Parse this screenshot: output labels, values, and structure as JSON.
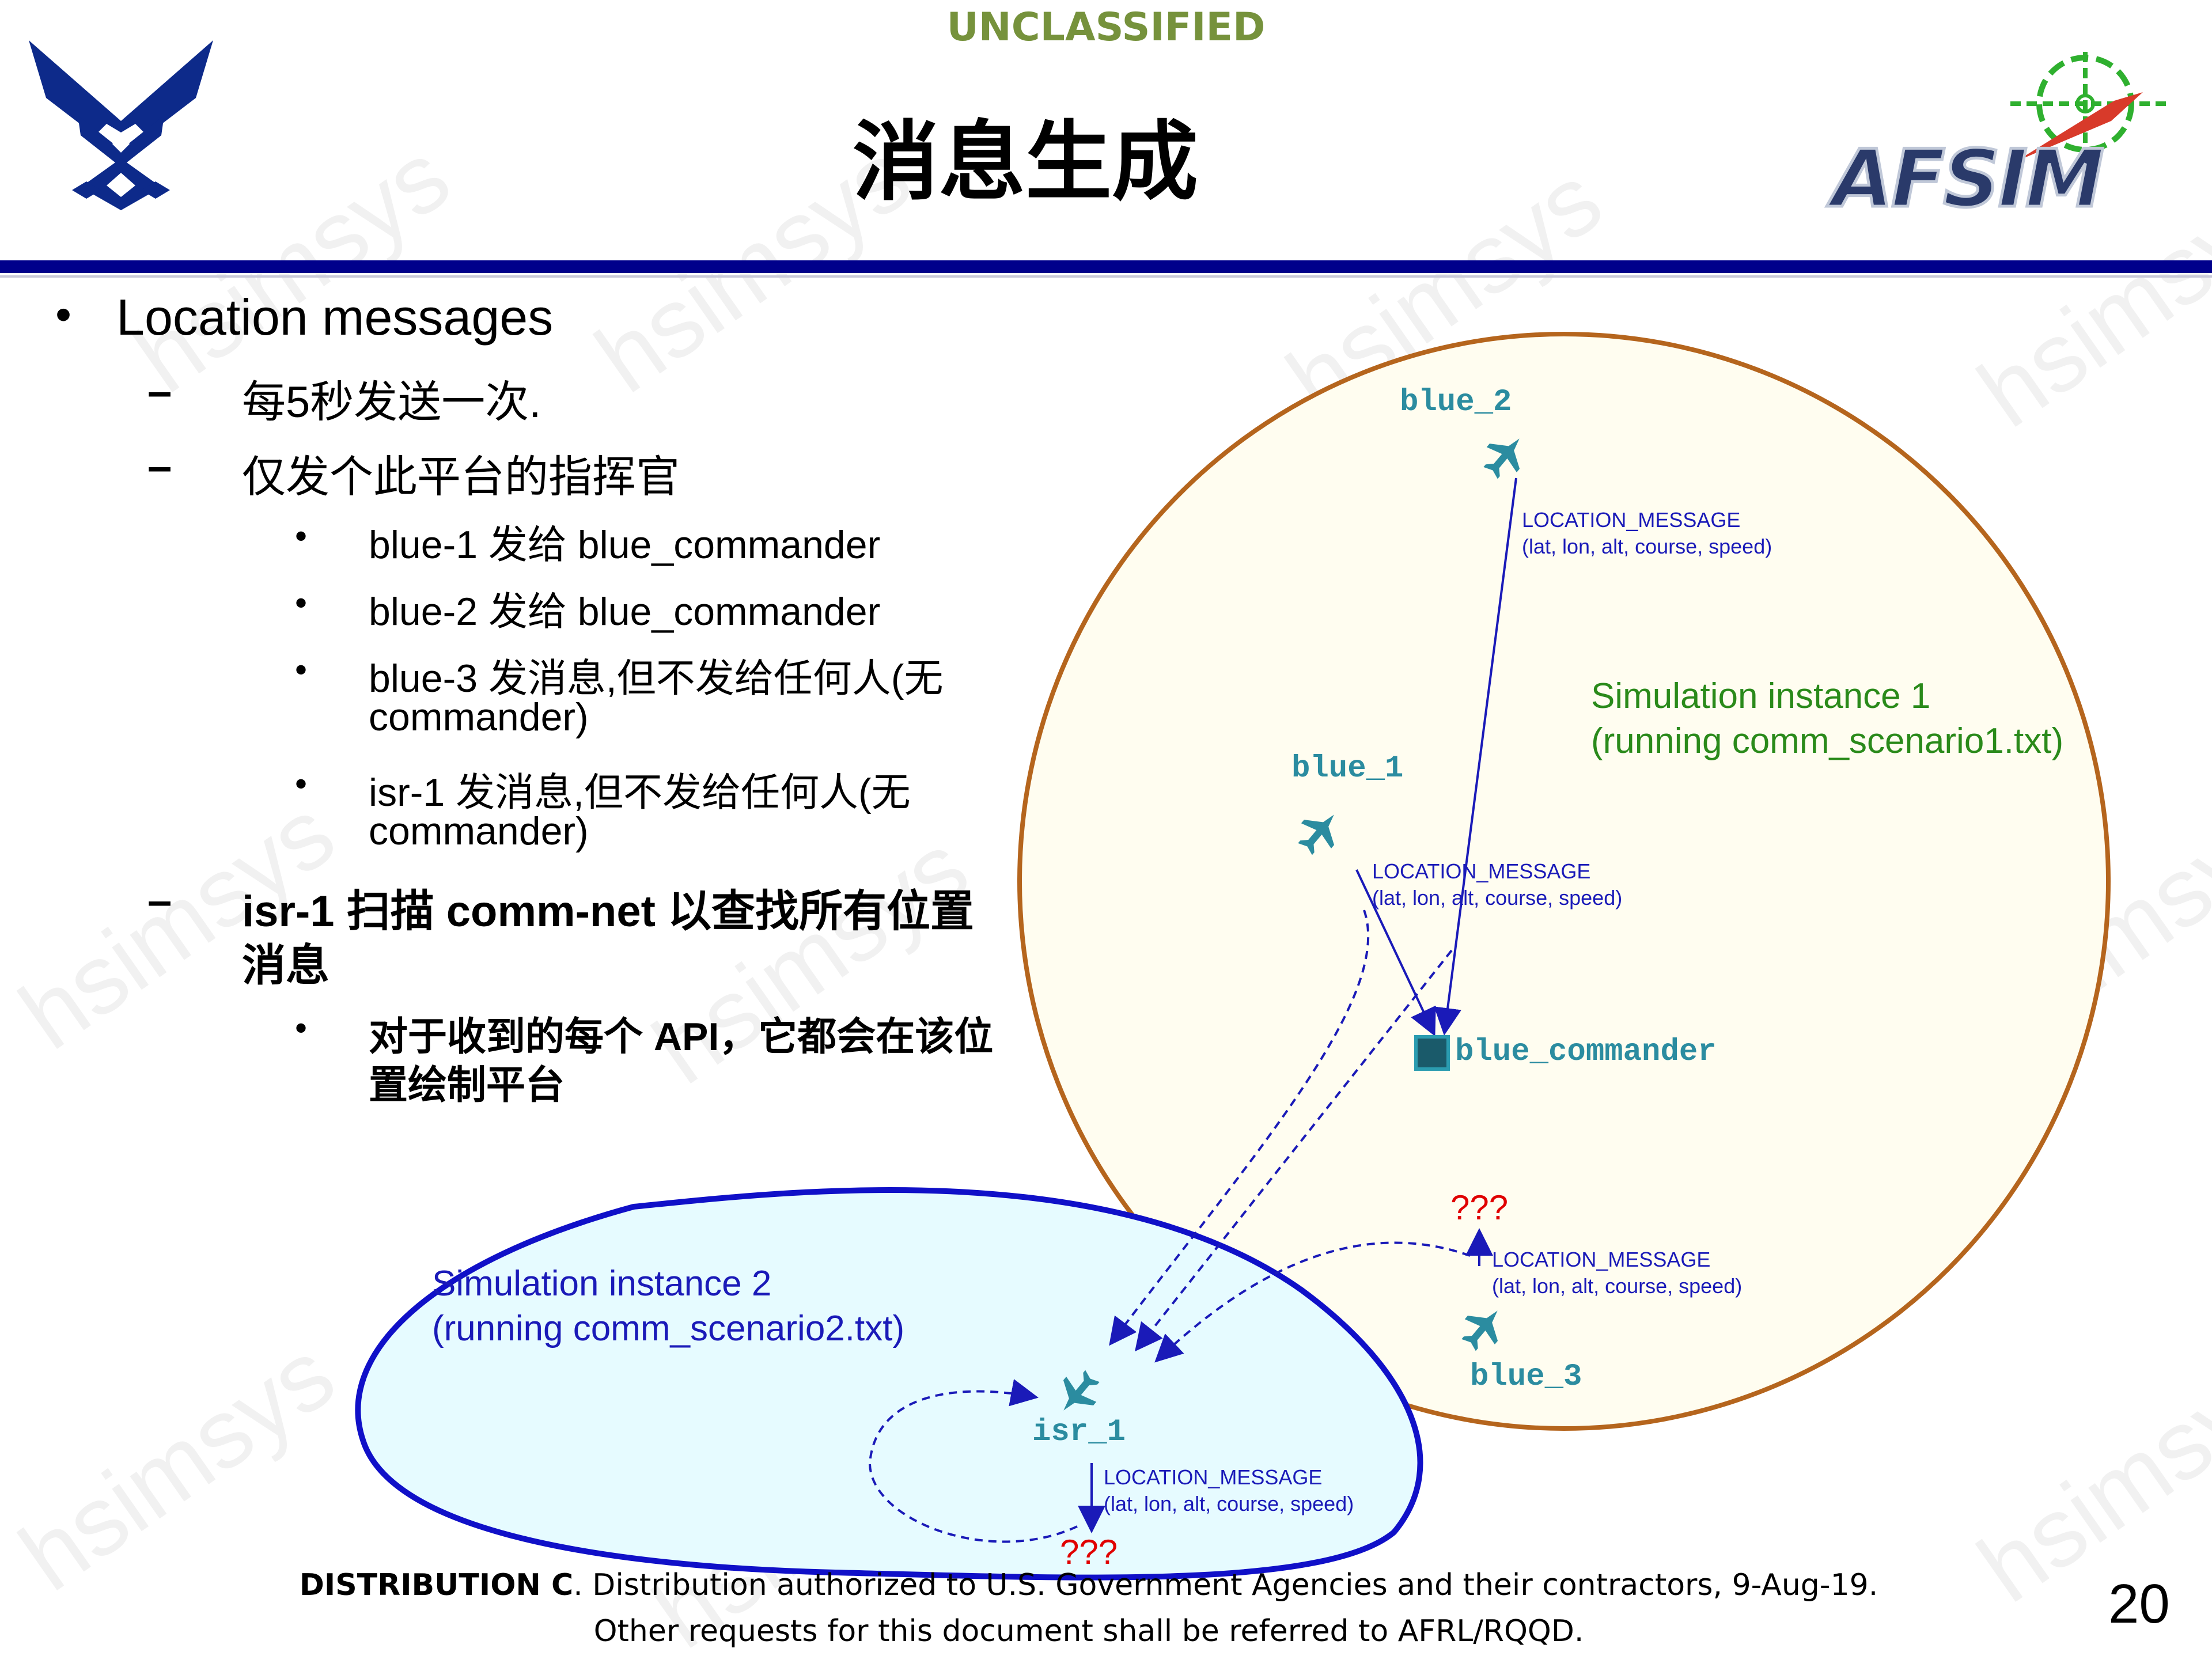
{
  "classification": "UNCLASSIFIED",
  "title": "消息生成",
  "afsim_logo_text": "AFSIM",
  "watermark": "hsimsys",
  "bullets": {
    "main": "Location messages",
    "sub1": "每5秒发送一次.",
    "sub2": "仅发个此平台的指挥官",
    "items": [
      "blue-1 发给 blue_commander",
      "blue-2 发给 blue_commander",
      "blue-3 发消息,但不发给任何人(无",
      "commander)",
      "isr-1 发消息,但不发给任何人(无",
      "commander)"
    ],
    "sub3_line1": "isr-1 扫描 comm-net 以查找所有位置",
    "sub3_line2": "消息",
    "sub3_item_line1": "对于收到的每个 API，它都会在该位",
    "sub3_item_line2": "置绘制平台"
  },
  "diagram": {
    "nodes": {
      "blue_2": "blue_2",
      "blue_1": "blue_1",
      "blue_commander": "blue_commander",
      "blue_3": "blue_3",
      "isr_1": "isr_1"
    },
    "message_name": "LOCATION_MESSAGE",
    "message_fields": "(lat, lon, alt, course, speed)",
    "unknown_recipient": "???",
    "sim1_line1": "Simulation instance 1",
    "sim1_line2": "(running comm_scenario1.txt)",
    "sim2_line1": "Simulation instance 2",
    "sim2_line2": "(running comm_scenario2.txt)"
  },
  "footer": {
    "dist_bold": "DISTRIBUTION C",
    "dist_line1": ". Distribution authorized to U.S. Government Agencies and their contractors, 9-Aug-19.",
    "dist_line2": "Other requests for this document shall be referred to AFRL/RQQD.",
    "page_number": "20"
  },
  "colors": {
    "classification": "#76923c",
    "title_rule": "#00008b",
    "node_text": "#2b8ca0",
    "message_text": "#1a1ab8",
    "unknown": "#e00000",
    "sim1_text": "#2a8a1a",
    "sim1_border": "#b5651d",
    "sim1_fill": "#fffdf0",
    "sim2_border": "#1010c8",
    "sim2_fill": "#e6fbff"
  }
}
